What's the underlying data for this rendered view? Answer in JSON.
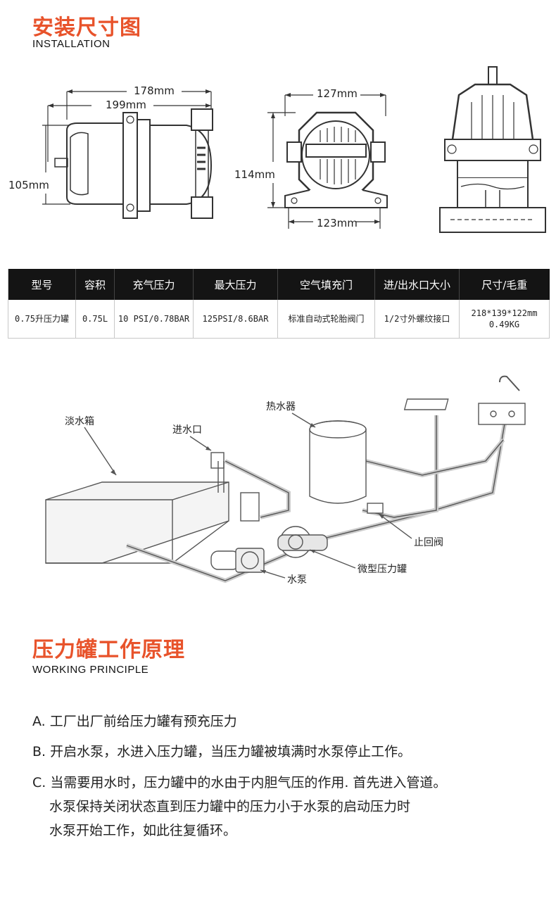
{
  "installation": {
    "title": "安装尺寸图",
    "subtitle": "INSTALLATION",
    "dims": {
      "length_178": "178mm",
      "length_199": "199mm",
      "height_105": "105mm",
      "width_127": "127mm",
      "height_114": "114mm",
      "base_123": "123mm"
    }
  },
  "spec_table": {
    "headers": [
      "型号",
      "容积",
      "充气压力",
      "最大压力",
      "空气填充门",
      "进/出水口大小",
      "尺寸/毛重"
    ],
    "row": [
      "0.75升压力罐",
      "0.75L",
      "10 PSI/0.78BAR",
      "125PSI/8.6BAR",
      "标准自动式轮胎阀门",
      "1/2寸外螺纹接口",
      "218*139*122mm",
      "0.49KG"
    ]
  },
  "diagram_labels": {
    "fresh_tank": "淡水箱",
    "water_inlet": "进水口",
    "water_heater": "热水器",
    "check_valve": "止回阀",
    "mini_tank": "微型压力罐",
    "water_pump": "水泵"
  },
  "principle": {
    "title": "压力罐工作原理",
    "subtitle": "WORKING PRINCIPLE",
    "a": "A. 工厂出厂前给压力罐有预充压力",
    "b": "B. 开启水泵，水进入压力罐，当压力罐被填满时水泵停止工作。",
    "c1": "C. 当需要用水时，压力罐中的水由于内胆气压的作用. 首先进入管道。",
    "c2": "水泵保持关闭状态直到压力罐中的压力小于水泵的启动压力时",
    "c3": "水泵开始工作，如此往复循环。"
  }
}
